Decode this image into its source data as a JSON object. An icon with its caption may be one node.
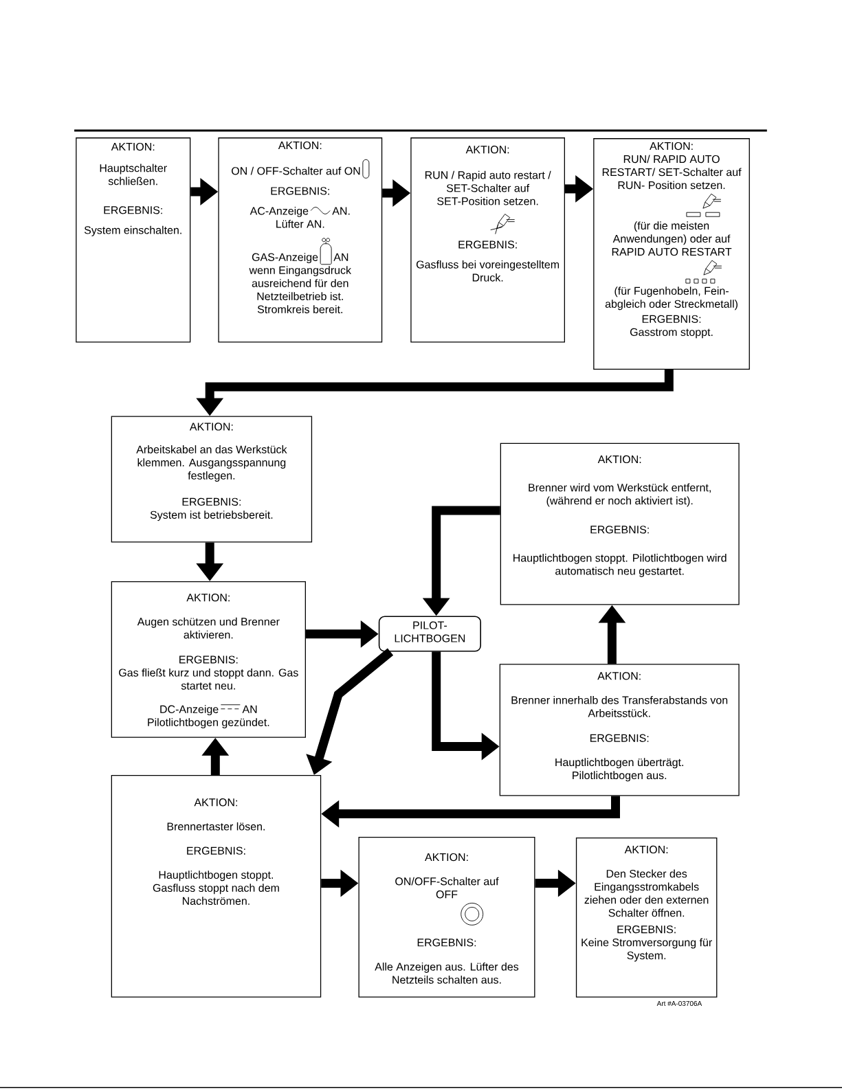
{
  "diagram": {
    "nodes": [
      {
        "text": [
          "AKTION:",
          "Hauptschalter schließen.",
          "ERGEBNIS:",
          "System einschalten."
        ]
      },
      {
        "text": [
          "AKTION:",
          "ON / OFF-Schalter auf ON",
          "ERGEBNIS:",
          "AC-Anzeige",
          "AN.",
          "Lüfter AN.",
          "GAS-Anzeige",
          "AN",
          "wenn Eingangsdruck ausreichend für den Netzteilbetrieb ist. Stromkreis bereit."
        ]
      },
      {
        "text": [
          "AKTION:",
          "RUN / Rapid auto restart / SET-Schalter auf SET-Position setzen.",
          "ERGEBNIS:",
          "Gasfluss bei voreingestelltem Druck."
        ]
      },
      {
        "text": [
          "AKTION:",
          "RUN/ RAPID AUTO RESTART/ SET-Schalter auf RUN- Position setzen.",
          "(für die meisten Anwendungen) oder auf RAPID AUTO RESTART",
          "(für Fugenhobeln, Fein- abgleich oder Streckmetall)",
          "ERGEBNIS:",
          "Gasstrom stoppt."
        ]
      },
      {
        "text": [
          "AKTION:",
          "Arbeitskabel an das Werkstück klemmen. Ausgangsspannung festlegen.",
          "ERGEBNIS:",
          "System ist betriebsbereit."
        ]
      },
      {
        "text": [
          "AKTION:",
          "Brenner wird vom Werkstück entfernt, (während er noch aktiviert ist).",
          "ERGEBNIS:",
          "Hauptlichtbogen stoppt. Pilotlichtbogen wird automatisch neu gestartet."
        ]
      },
      {
        "text": [
          "AKTION:",
          "Augen schützen und Brenner aktivieren.",
          "ERGEBNIS:",
          "Gas fließt kurz und stoppt dann. Gas startet neu.",
          "DC-Anzeige",
          "AN",
          "Pilotlichtbogen gezündet."
        ]
      },
      {
        "text": [
          "PILOT- LICHTBOGEN"
        ]
      },
      {
        "text": [
          "AKTION:",
          "Brenner innerhalb des Transferabstands von Arbeitsstück.",
          "ERGEBNIS:",
          "Hauptlichtbogen überträgt. Pilotlichtbogen aus."
        ]
      },
      {
        "text": [
          "AKTION:",
          "Brennertaster lösen.",
          "ERGEBNIS:",
          "Hauptlichtbogen stoppt. Gasfluss stoppt nach dem Nachströmen."
        ]
      },
      {
        "text": [
          "AKTION:",
          "ON/OFF-Schalter auf OFF",
          "ERGEBNIS:",
          "Alle Anzeigen aus. Lüfter des Netzteils schalten aus."
        ]
      },
      {
        "text": [
          "AKTION:",
          "Den Stecker des Eingangsstromkabels ziehen oder den externen Schalter öffnen.",
          "ERGEBNIS:",
          "Keine Stromversorgung für System."
        ]
      }
    ],
    "edges": [
      {
        "from": 0,
        "to": 1,
        "arrow": "to"
      },
      {
        "from": 1,
        "to": 2,
        "arrow": "to"
      },
      {
        "from": 2,
        "to": 3,
        "arrow": "to"
      },
      {
        "from": 3,
        "to": 4,
        "arrow": "to"
      },
      {
        "from": 4,
        "to": 6,
        "arrow": "to"
      },
      {
        "from": 6,
        "to": 7,
        "arrow": "to"
      },
      {
        "from": 5,
        "to": 7,
        "arrow": "to"
      },
      {
        "from": 7,
        "to": 8,
        "arrow": "to"
      },
      {
        "from": 7,
        "to": 9,
        "arrow": "to"
      },
      {
        "from": 8,
        "to": 5,
        "arrow": "to"
      },
      {
        "from": 8,
        "to": 9,
        "arrow": "to"
      },
      {
        "from": 9,
        "to": 6,
        "arrow": "to"
      },
      {
        "from": 9,
        "to": 10,
        "arrow": "to"
      },
      {
        "from": 10,
        "to": 11,
        "arrow": "to"
      }
    ],
    "labels": [
      "Art #A-03706A"
    ]
  }
}
